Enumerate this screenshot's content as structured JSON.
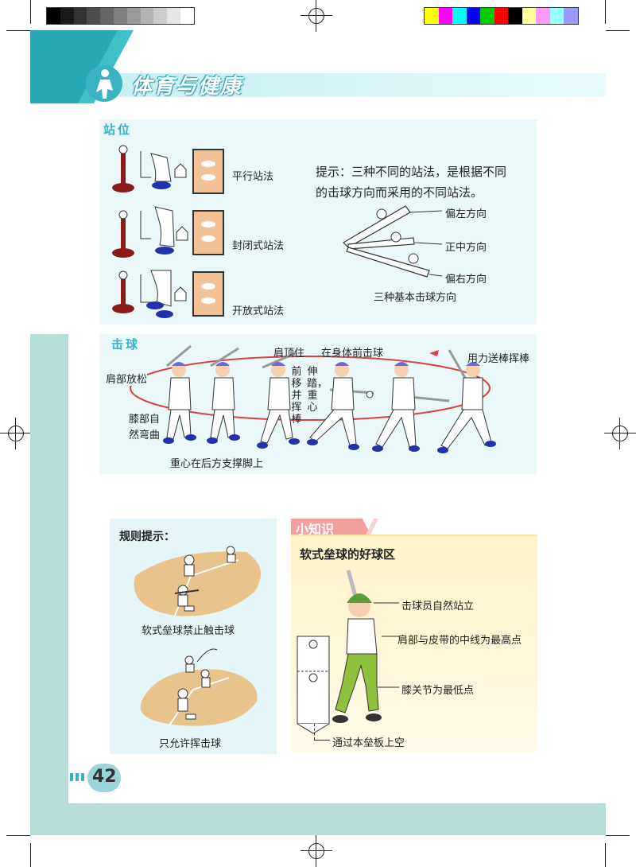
{
  "header": {
    "title": "体育与健康"
  },
  "stance": {
    "section_title": "站位",
    "labels": [
      "平行站法",
      "封闭式站法",
      "开放式站法"
    ],
    "hint": [
      "提示：三种不同的站法，是根据不同",
      "的击球方向而采用的不同站法。"
    ],
    "directions": [
      "偏左方向",
      "正中方向",
      "偏右方向"
    ],
    "directions_caption": "三种基本击球方向"
  },
  "batting": {
    "section_title": "击球",
    "labels": {
      "shoulder_relax": "肩部放松",
      "shoulder_top": "肩顶住",
      "front_hit": "在身体前击球",
      "follow_through": "用力送棒挥棒",
      "move_forward": "前移并挥棒",
      "stretch": "伸踏，重心",
      "knee": "膝部自然弯曲",
      "weight_back": "重心在后方支撑脚上"
    }
  },
  "rules": {
    "title": "规则提示：",
    "caption1": "软式垒球禁止触击球",
    "caption2": "只允许挥击球"
  },
  "knowledge": {
    "tag": "小知识",
    "title": "软式垒球的好球区",
    "labels": [
      "击球员自然站立",
      "肩部与皮带的中线为最高点",
      "膝关节为最低点",
      "通过本垒板上空"
    ]
  },
  "page_number": "42",
  "colors": {
    "teal": "#35b3c4",
    "frame": "#b7ddd9",
    "panel": "#ebf8fa",
    "tag_pink": "#f2a0a0",
    "knowledge_bg": "#fff3c8"
  },
  "print_marks": {
    "gray_steps": [
      "#000000",
      "#1a1a1a",
      "#333333",
      "#4d4d4d",
      "#666666",
      "#808080",
      "#999999",
      "#b3b3b3",
      "#cccccc",
      "#e6e6e6",
      "#ffffff"
    ],
    "color_steps": [
      "#ffff00",
      "#ff00ff",
      "#00ffff",
      "#0000ff",
      "#00cc00",
      "#ff0000",
      "#000000",
      "#ffff99",
      "#ff99ff",
      "#99ffff",
      "#9999ff"
    ]
  }
}
